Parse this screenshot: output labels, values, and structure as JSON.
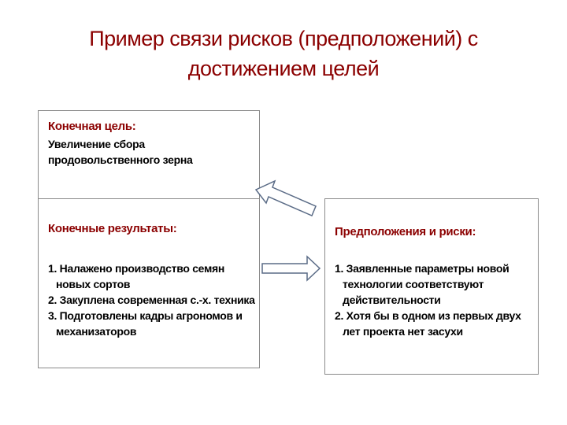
{
  "title": {
    "line1": "Пример связи рисков (предположений) с",
    "line2": "достижением целей"
  },
  "goal": {
    "heading": "Конечная цель:",
    "text": "Увеличение сбора продовольственного зерна"
  },
  "results": {
    "heading": "Конечные результаты:",
    "items": [
      "1. Налажено производство семян новых сортов",
      "2. Закуплена современная с.-х. техника",
      "3. Подготовлены кадры агрономов и механизаторов"
    ]
  },
  "risks": {
    "heading": "Предположения и риски:",
    "items": [
      "1. Заявленные параметры новой технологии соответствуют действительности",
      "2. Хотя бы в одном из первых двух лет проекта нет засухи"
    ]
  },
  "colors": {
    "heading": "#8b0000",
    "text": "#000000",
    "border": "#8a8a8a",
    "arrow_fill": "#ffffff",
    "arrow_stroke": "#5a6b86"
  },
  "arrows": [
    "arrow-right",
    "arrow-up-left"
  ]
}
